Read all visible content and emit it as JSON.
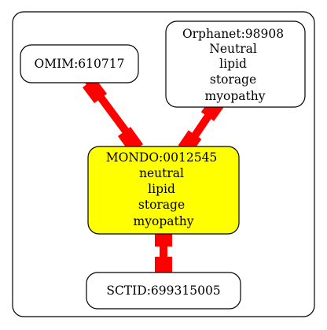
{
  "colors": {
    "background": "#ffffff",
    "node_border": "#000000",
    "node_fill": "#ffffff",
    "highlight_fill": "#ffff00",
    "edge": "#ff0000"
  },
  "nodes": {
    "omim": {
      "lines": [
        "OMIM:610717"
      ]
    },
    "orphanet": {
      "lines": [
        "Orphanet:98908",
        "Neutral",
        "lipid",
        "storage",
        "myopathy"
      ]
    },
    "mondo": {
      "lines": [
        "MONDO:0012545",
        "neutral",
        "lipid",
        "storage",
        "myopathy"
      ]
    },
    "sctid": {
      "lines": [
        "SCTID:699315005"
      ]
    }
  },
  "edges": [
    {
      "from": "omim",
      "to": "mondo"
    },
    {
      "from": "orphanet",
      "to": "mondo"
    },
    {
      "from": "mondo",
      "to": "sctid"
    }
  ]
}
